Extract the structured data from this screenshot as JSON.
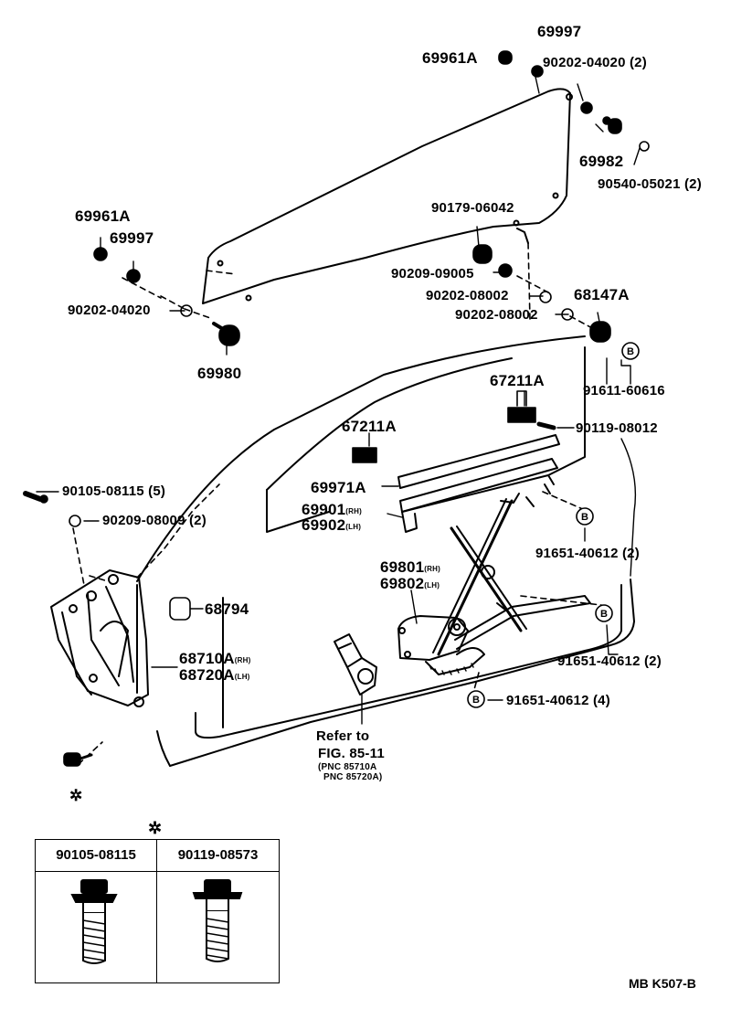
{
  "labels": {
    "p69997_top": "69997",
    "p69961a_top": "69961A",
    "p90202_04020_top": "90202-04020 (2)",
    "p69982": "69982",
    "p90540": "90540-05021 (2)",
    "p69961a_left": "69961A",
    "p69997_left": "69997",
    "p90202_04020_left": "90202-04020",
    "p69980": "69980",
    "p90179": "90179-06042",
    "p90209_09005": "90209-09005",
    "p90202_08002_a": "90202-08002",
    "p90202_08002_b": "90202-08002",
    "p68147a": "68147A",
    "p91611": "91611-60616",
    "p67211a_right": "67211A",
    "p67211a_left": "67211A",
    "p90119_08012": "90119-08012",
    "p90105_08115": "90105-08115 (5)",
    "p90209_08009": "90209-08009 (2)",
    "p69971a": "69971A",
    "p69901": "69901",
    "p69902": "69902",
    "p91651_a": "91651-40612 (2)",
    "p69801": "69801",
    "p69802": "69802",
    "p68794": "68794",
    "p68710a": "68710A",
    "p68720a": "68720A",
    "p91651_b": "91651-40612 (2)",
    "p91651_c": "91651-40612 (4)",
    "refer_to": "Refer to",
    "fig": "FIG. 85-11",
    "pnc1": "(PNC 85710A",
    "pnc2": "PNC 85720A)",
    "rh": "(RH)",
    "lh": "(LH)",
    "b_marker": "B",
    "star": "✲"
  },
  "legend": {
    "col1": "90105-08115",
    "col2": "90119-08573"
  },
  "diagram_code": "MB K507-B"
}
